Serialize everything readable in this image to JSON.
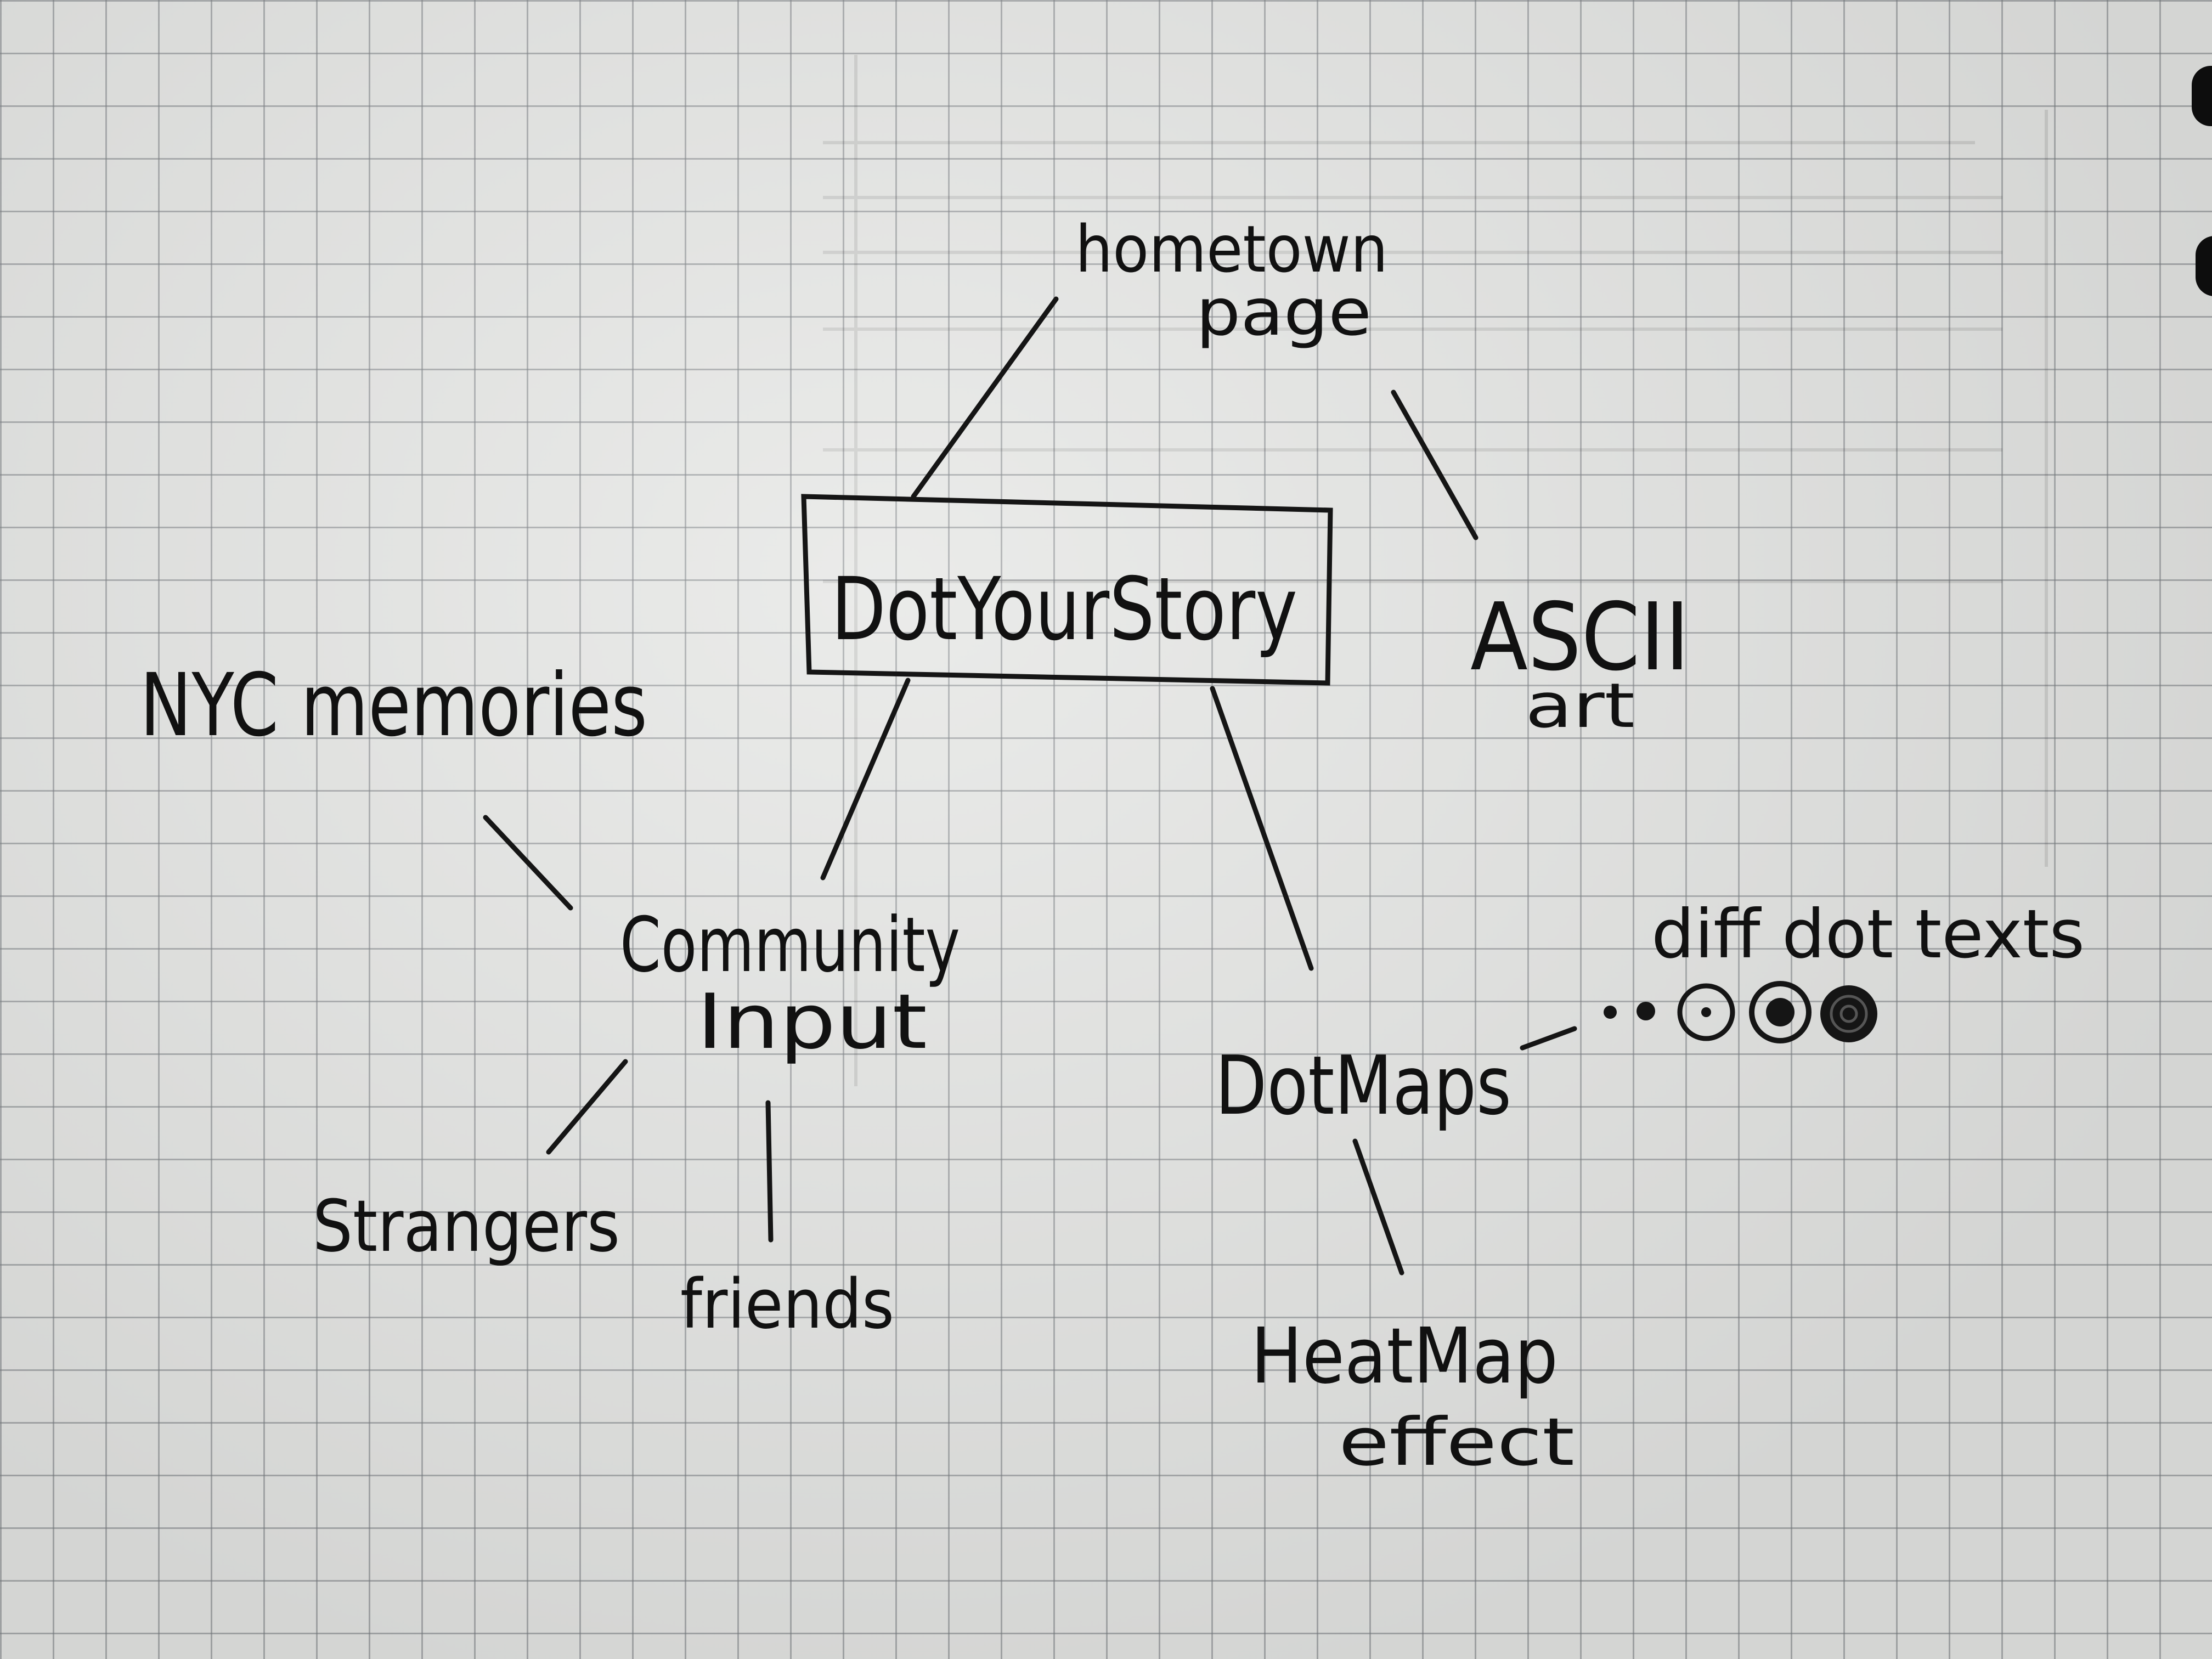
{
  "diagram": {
    "center": "DotYourStory",
    "nodes": {
      "hometown": [
        "hometown",
        "page"
      ],
      "ascii": [
        "ASCII",
        "art"
      ],
      "nyc": "NYC memories",
      "community": [
        "Community",
        "Input"
      ],
      "strangers": "Strangers",
      "friends": "friends",
      "dotmaps": "DotMaps",
      "heatmap": [
        "HeatMap",
        "effect"
      ],
      "dottexts": "diff dot texts"
    }
  }
}
